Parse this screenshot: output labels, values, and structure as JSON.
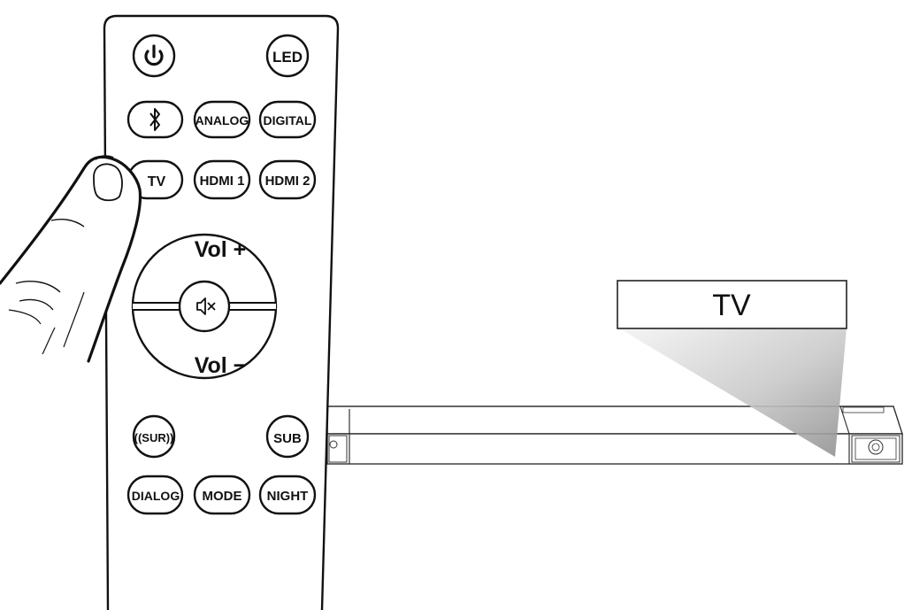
{
  "remote": {
    "buttons": {
      "power_icon": "power-icon",
      "led": "LED",
      "bluetooth_icon": "bluetooth-icon",
      "analog": "ANALOG",
      "digital": "DIGITAL",
      "tv": "TV",
      "hdmi1": "HDMI 1",
      "hdmi2": "HDMI 2",
      "vol_up": "Vol +",
      "mute_icon": "mute-icon",
      "vol_down": "Vol −",
      "sur": "((SUR))",
      "sub": "SUB",
      "dialog": "DIALOG",
      "mode": "MODE",
      "night": "NIGHT"
    }
  },
  "soundbar": {
    "display_label": "TV"
  }
}
